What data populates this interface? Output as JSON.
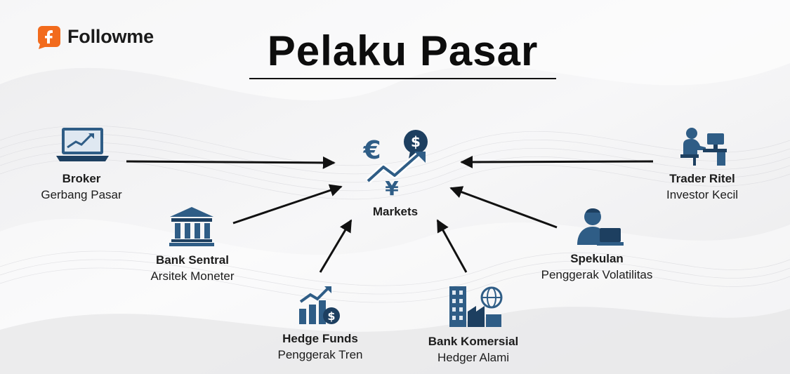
{
  "brand": {
    "name": "Followme",
    "icon": "followme-logo-icon",
    "accent": "#f26b1d"
  },
  "title": "Pelaku Pasar",
  "center": {
    "label": "Markets",
    "icon": "markets-currency-icon"
  },
  "colors": {
    "icon_fill": "#2f5d86",
    "icon_dark": "#1d3f60",
    "arrow": "#111111"
  },
  "participants": [
    {
      "id": "broker",
      "name": "Broker",
      "role": "Gerbang Pasar",
      "icon": "laptop-chart-icon"
    },
    {
      "id": "bank-sentral",
      "name": "Bank Sentral",
      "role": "Arsitek Moneter",
      "icon": "bank-building-icon"
    },
    {
      "id": "hedge-funds",
      "name": "Hedge Funds",
      "role": "Penggerak Tren",
      "icon": "growth-chart-dollar-icon"
    },
    {
      "id": "bank-komersial",
      "name": "Bank Komersial",
      "role": "Hedger Alami",
      "icon": "corporate-buildings-globe-icon"
    },
    {
      "id": "spekulan",
      "name": "Spekulan",
      "role": "Penggerak Volatilitas",
      "icon": "person-laptop-icon"
    },
    {
      "id": "trader-ritel",
      "name": "Trader Ritel",
      "role": "Investor Kecil",
      "icon": "person-desk-computer-icon"
    }
  ]
}
